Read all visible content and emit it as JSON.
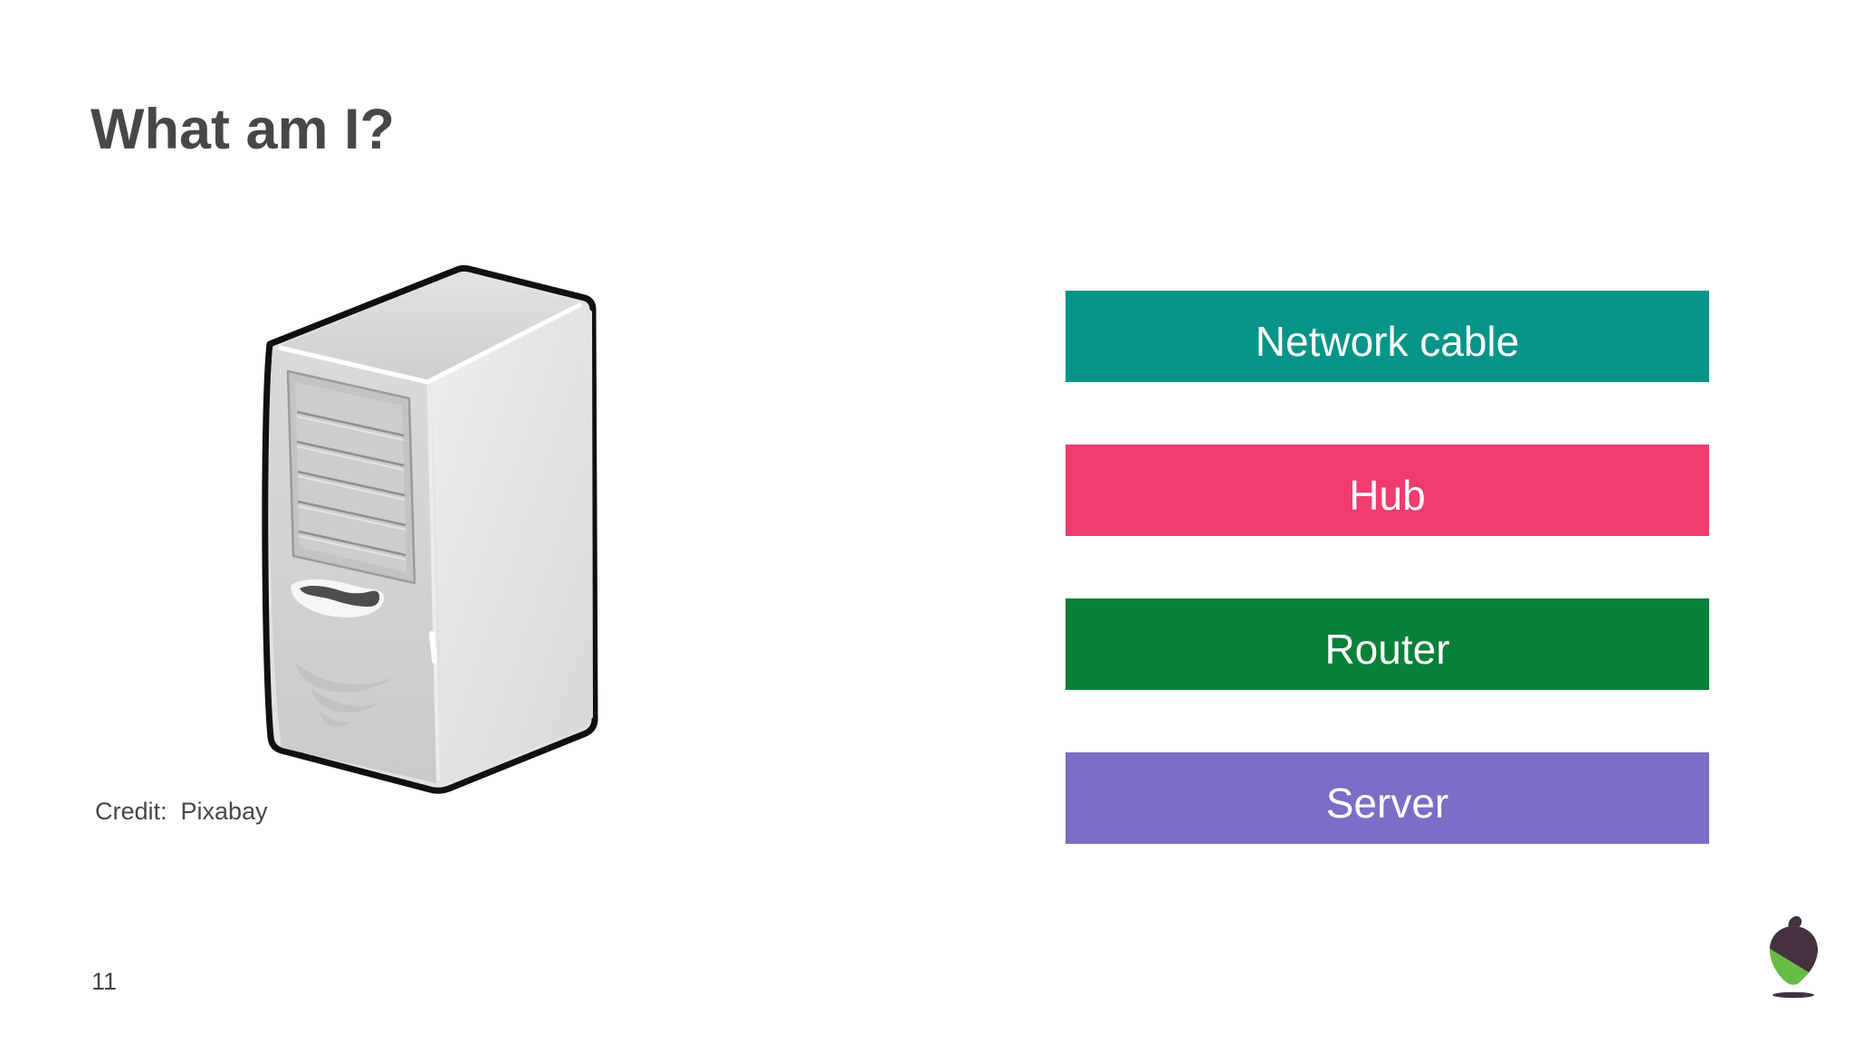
{
  "slide": {
    "title": "What am I?",
    "page_number": "11",
    "credit": "Credit:  Pixabay"
  },
  "figure": {
    "description": "computer-tower-clipart"
  },
  "answers": [
    {
      "label": "Network cable",
      "color": "#069489"
    },
    {
      "label": "Hub",
      "color": "#F03C6E"
    },
    {
      "label": "Router",
      "color": "#088039"
    },
    {
      "label": "Server",
      "color": "#7A6EC6"
    }
  ],
  "logo": {
    "name": "acorn-logo",
    "colors": {
      "cap": "#45313F",
      "body": "#69BC44",
      "shadow": "#45313F"
    }
  }
}
